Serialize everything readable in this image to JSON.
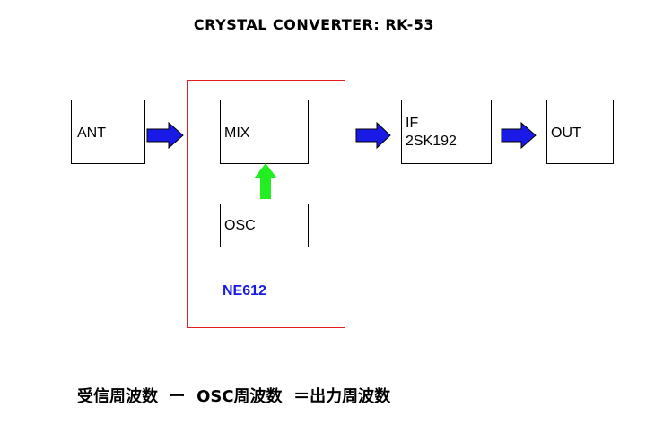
{
  "diagram": {
    "title": "CRYSTAL CONVERTER:  RK-53",
    "blocks": {
      "ant": "ANT",
      "mix": "MIX",
      "osc": "OSC",
      "if_line1": "IF",
      "if_line2": "2SK192",
      "out": "OUT"
    },
    "chip_label": "NE612",
    "formula": "受信周波数  ー  OSC周波数  ＝出力周波数",
    "colors": {
      "signal_arrow": "#1a1ae6",
      "osc_arrow": "#22ee22",
      "chip_border": "#e02020",
      "chip_label": "#1a1ae6"
    }
  }
}
